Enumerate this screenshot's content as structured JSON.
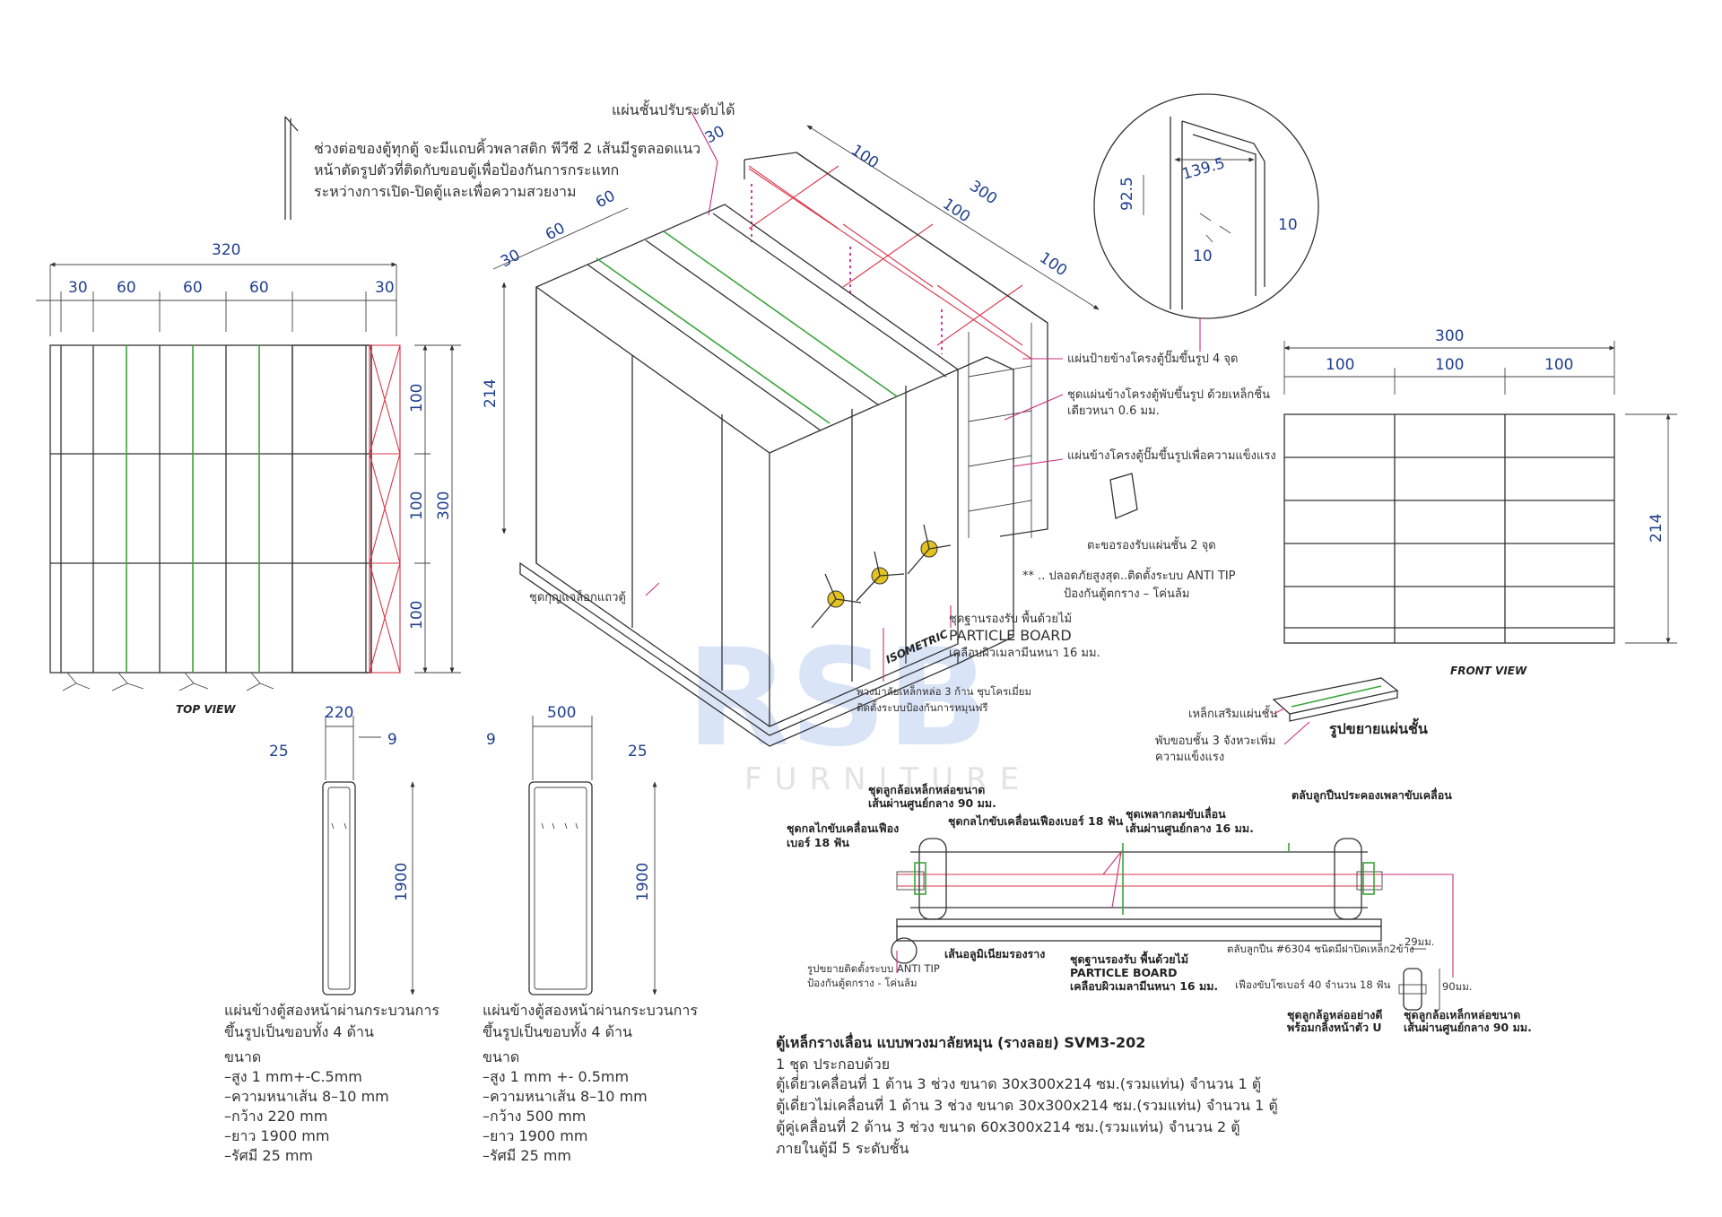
{
  "watermark": {
    "brand": "RSB",
    "sub": "FURNITURE"
  },
  "note_top": {
    "title": "แผ่นชั้นปรับระดับได้",
    "lines": [
      "ช่วงต่อของตู้ทุกตู้ จะมีแถบคิ้วพลาสติก พีวีซี 2 เส้นมีรูตลอดแนว",
      "หน้าตัดรูปตัวที่ติดกับขอบตู้เพื่อป้องกันการกระแทก",
      "ระหว่างการเปิด-ปิดตู้และเพื่อความสวยงาม"
    ]
  },
  "top_view": {
    "label": "TOP VIEW",
    "overall": "320",
    "segments": [
      "30",
      "60",
      "60",
      "60",
      "30"
    ],
    "rows": [
      "100",
      "100",
      "100"
    ],
    "height": "300"
  },
  "iso_view": {
    "label": "ISOMETRIC",
    "dims": [
      "30",
      "60",
      "60",
      "30",
      "100",
      "100",
      "100",
      "300",
      "214"
    ],
    "callouts": [
      "แผ่นป้ายข้างโครงตู้ปั๊มขึ้นรูป 4 จุด",
      "ชุดแผ่นข้างโครงตู้พับขึ้นรูป ด้วยเหล็กชิ้น",
      "เดียวหนา 0.6 มม.",
      "แผ่นข้างโครงตู้ปั๊มขึ้นรูปเพื่อความแข็งแรง",
      "ตะขอรองรับแผ่นชั้น 2 จุด",
      "** .. ปลอดภัยสูงสุด..ติดตั้งระบบ ANTI TIP",
      "ป้องกันตู้ตกราง – โค่นล้ม",
      "ชุดฐานรองรับ พื้นด้วยไม้",
      "PARTICLE BOARD",
      "เคลือบผิวเมลามีนหนา 16 มม.",
      "ชุดกุญแจล็อกแถวตู้",
      "พวงมาลัยเหล็กหล่อ 3 ก้าน ชุบโครเมี่ยม",
      "ติดตั้งระบบป้องกันการหมุนฟรี"
    ]
  },
  "detail_circle": {
    "dims": [
      "139.5",
      "92.5",
      "10",
      "10"
    ]
  },
  "front_view": {
    "label": "FRONT VIEW",
    "overall": "300",
    "segments": [
      "100",
      "100",
      "100"
    ],
    "height": "214"
  },
  "shelf_detail": {
    "title": "รูปขยายแผ่นชั้น",
    "callouts": [
      "เหล็กเสริมแผ่นชั้น",
      "พับขอบชั้น 3 จังหวะเพิ่ม",
      "ความแข็งแรง"
    ]
  },
  "side_panels": [
    {
      "width": "220",
      "left": "25",
      "right": "9",
      "height": "1900"
    },
    {
      "width": "500",
      "left": "9",
      "right": "25",
      "height": "1900"
    }
  ],
  "spec_left": {
    "lines": [
      "แผ่นข้างตู้สองหน้าผ่านกระบวนการ",
      "ขึ้นรูปเป็นขอบทั้ง 4 ด้าน",
      "ขนาด",
      "–สูง 1 mm+-C.5mm",
      "–ความหนาเส้น 8–10 mm",
      "–กว้าง 220 mm",
      "–ยาว 1900 mm",
      "–รัศมี 25 mm"
    ]
  },
  "spec_right": {
    "lines": [
      "แผ่นข้างตู้สองหน้าผ่านกระบวนการ",
      "ขึ้นรูปเป็นขอบทั้ง 4 ด้าน",
      "ขนาด",
      "–สูง 1 mm +- 0.5mm",
      "–ความหนาเส้น 8–10 mm",
      "–กว้าง 500 mm",
      "–ยาว 1900 mm",
      "–รัศมี 25 mm"
    ]
  },
  "rail_detail": {
    "callouts": [
      "ชุดลูกล้อเหล็กหล่อขนาด",
      "เส้นผ่านศูนย์กลาง 90 มม.",
      "ชุดกลไกขับเคลื่อนเฟือง",
      "เบอร์ 18 ฟัน",
      "ชุดกลไกขับเคลื่อนเฟืองเบอร์ 18 ฟัน",
      "ชุดเพลากลมขับเลื่อน",
      "เส้นผ่านศูนย์กลาง 16 มม.",
      "ตลับลูกปืนประคองเพลาขับเคลื่อน",
      "รูปขยายติดตั้งระบบ ANTI TIP",
      "ป้องกันตู้ตกราง - โค่นล้ม",
      "เส้นอลูมิเนียมรองราง",
      "ชุดฐานรองรับ พื้นด้วยไม้",
      "PARTICLE BOARD",
      "เคลือบผิวเมลามีนหนา 16 มม.",
      "ตลับลูกปืน #6304 ชนิดมีฝาปิดเหล็ก2ข้าง",
      "เฟืองขับโซเบอร์ 40 จำนวน 18 ฟัน",
      "ชุดลูกล้อหล่ออย่างดี",
      "พร้อมกลิ้งหน้าตัว U",
      "ชุดลูกล้อเหล็กหล่อขนาด",
      "เส้นผ่านศูนย์กลาง 90 มม.",
      "29มม.",
      "90มม."
    ]
  },
  "product": {
    "title": "ตู้เหล็กรางเลื่อน แบบพวงมาลัยหมุน (รางลอย) SVM3-202",
    "lines": [
      "1 ชุด ประกอบด้วย",
      "ตู้เดี่ยวเคลื่อนที่ 1 ด้าน 3 ช่วง ขนาด 30x300x214 ซม.(รวมแท่น) จำนวน 1 ตู้",
      "ตู้เดี่ยวไม่เคลื่อนที่ 1 ด้าน 3 ช่วง ขนาด 30x300x214 ซม.(รวมแท่น) จำนวน  1 ตู้",
      "ตู้คู่เคลื่อนที่ 2 ด้าน 3 ช่วง ขนาด 60x300x214 ซม.(รวมแท่น) จำนวน 2 ตู้",
      "ภายในตู้มี 5 ระดับชั้น"
    ]
  }
}
